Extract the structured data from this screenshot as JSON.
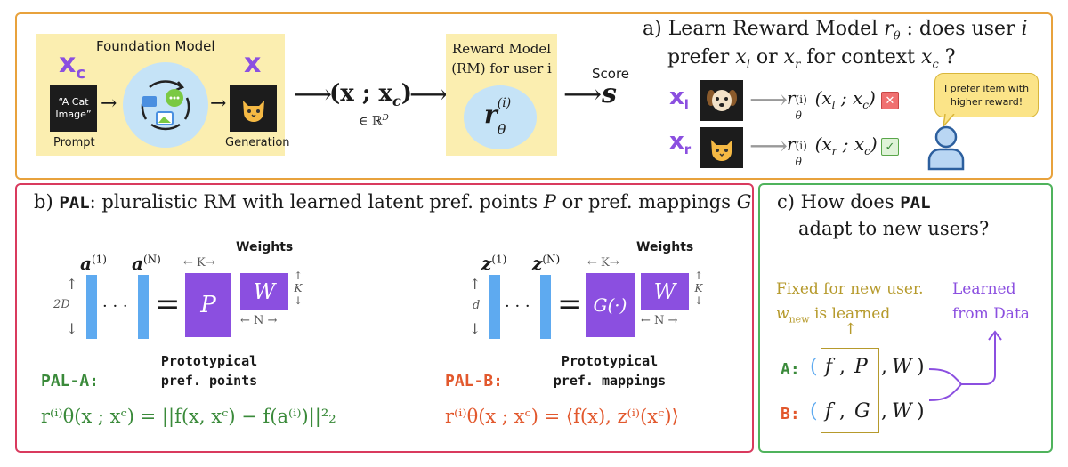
{
  "colors": {
    "panel_a_border": "#e8a23c",
    "panel_b_border": "#d93a5e",
    "panel_c_border": "#4fb35c",
    "yellow_fill": "#fbeeb0",
    "purple": "#8b4fe0",
    "blue_bar": "#5eaaf0",
    "green_text": "#3a8a3a",
    "orange_text": "#e2582d",
    "gold_text": "#b69a2c"
  },
  "top": {
    "foundation_title": "Foundation Model",
    "xc_symbol": "x",
    "xc_sub": "c",
    "x_symbol": "x",
    "prompt_text": "“A Cat Image”",
    "prompt_label": "Prompt",
    "generation_label": "Generation",
    "generation_icon": "cat-face-icon",
    "model_cycle_icon": "chat-image-sound-cycle-icon",
    "pair_expr": "(x ; x",
    "pair_sub": "c",
    "pair_close": ")",
    "in_rd": "∈ ℝ",
    "in_rd_sup": "D",
    "rm_title_1": "Reward Model",
    "rm_title_2": "(RM) for user i",
    "rm_symbol": "r",
    "rm_sup": "(i)",
    "rm_sub": "θ",
    "score_label": "Score",
    "score_symbol": "s"
  },
  "panel_a": {
    "line1_prefix": "a) Learn Reward Model ",
    "line1_sym": "r",
    "line1_sym_sub": "θ",
    "line1_suffix": " : does user ",
    "line1_i": "i",
    "line2_prefix": "prefer ",
    "line2_xl": "x",
    "line2_xl_sub": "l",
    "line2_or": " or ",
    "line2_xr": "x",
    "line2_xr_sub": "r",
    "line2_for": " for context ",
    "line2_xc": "x",
    "line2_xc_sub": "c",
    "line2_q": " ?",
    "xl_label": "x",
    "xl_sub": "l",
    "xr_label": "x",
    "xr_sub": "r",
    "dog_icon": "dog-face-icon",
    "cat_icon": "cat-face-icon",
    "eval_l": "r",
    "eval_l_args": "(x",
    "eval_l_sub": "l",
    "eval_l_rest": " ; x",
    "eval_l_rest_sub": "c",
    "eval_l_close": ")",
    "eval_r": "r",
    "eval_r_args": "(x",
    "eval_r_sub": "r",
    "eval_r_rest": " ; x",
    "eval_r_rest_sub": "c",
    "eval_r_close": ")",
    "eval_sup": "(i)",
    "eval_theta": "θ",
    "reject_mark": "✕",
    "accept_mark": "✓",
    "speech": "I prefer item with higher reward!",
    "user_icon": "user-icon"
  },
  "panel_b": {
    "title_prefix": "b) ",
    "title_pal": "PAL",
    "title_rest": ": pluralistic RM with learned latent pref. points ",
    "title_P": "P",
    "title_mid": " or pref. mappings ",
    "title_G": "G",
    "left": {
      "a1": "a",
      "a1_sup": "(1)",
      "aN": "a",
      "aN_sup": "(N)",
      "dim_label": "2D",
      "dots": "· · ·",
      "equals": "=",
      "box_P": "P",
      "box_W": "W",
      "weights": "Weights",
      "k_label": "← K→",
      "n_label": "← N →",
      "k_side": "K",
      "caption_1": "Prototypical",
      "caption_2": "pref. points",
      "name": "PAL-A:",
      "formula": "r⁽ⁱ⁾θ(x ; xᶜ) = ||f(x, xᶜ) − f(a⁽ⁱ⁾)||²₂"
    },
    "right": {
      "z1": "z",
      "z1_sup": "(1)",
      "zN": "z",
      "zN_sup": "(N)",
      "dim_label": "d",
      "dots": "· · ·",
      "equals": "=",
      "box_G": "G(·)",
      "box_W": "W",
      "weights": "Weights",
      "k_label": "← K→",
      "n_label": "← N →",
      "k_side": "K",
      "caption_1": "Prototypical",
      "caption_2": "pref. mappings",
      "name": "PAL-B:",
      "formula": "r⁽ⁱ⁾θ(x ; xᶜ) = ⟨f(x), z⁽ⁱ⁾(xᶜ)⟩"
    }
  },
  "panel_c": {
    "title_1": "c) How does ",
    "title_pal": "PAL",
    "title_2": "adapt to new users?",
    "fixed_1": "Fixed for new user.",
    "fixed_2_w": "w",
    "fixed_2_sub": "new",
    "fixed_2_rest": " is learned",
    "learned_1": "Learned",
    "learned_2": "from Data",
    "row_a_label": "A:",
    "row_a_open": "(",
    "row_a_f": "f",
    "row_a_sep": ",",
    "row_a_P": "P",
    "row_a_W": "W",
    "row_a_close": ")",
    "row_b_label": "B:",
    "row_b_open": "(",
    "row_b_f": "f",
    "row_b_sep": ",",
    "row_b_G": "G",
    "row_b_W": "W",
    "row_b_close": ")"
  }
}
